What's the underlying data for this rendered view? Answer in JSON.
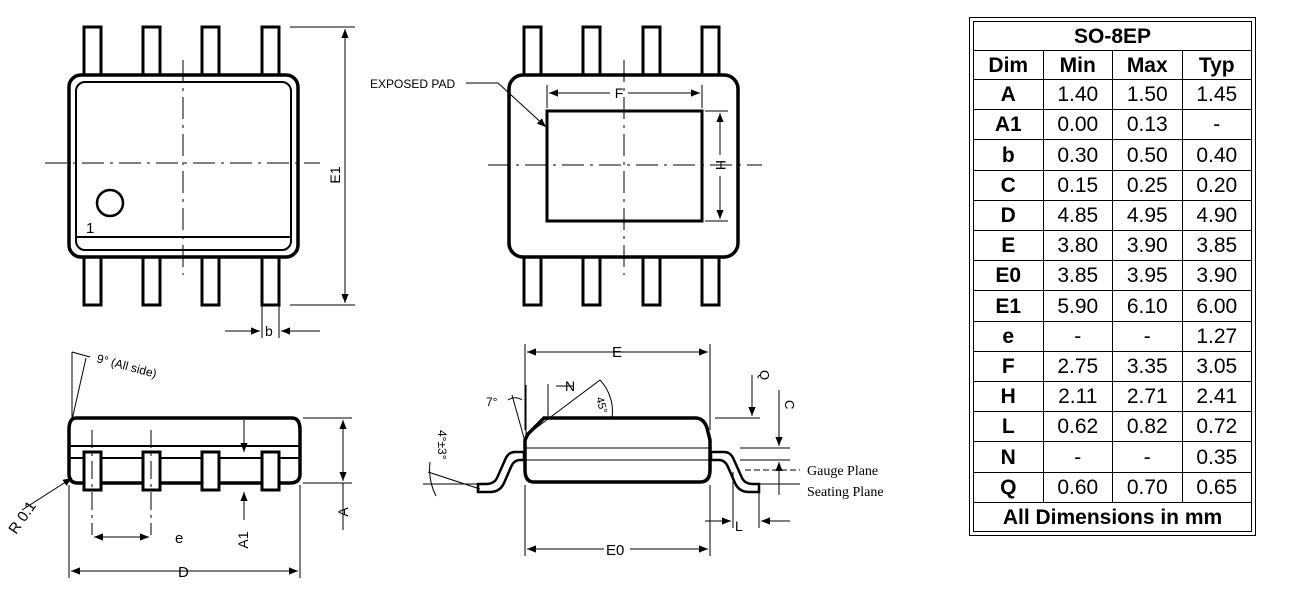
{
  "labels": {
    "exposed_pad": "EXPOSED PAD",
    "pin1": "1",
    "F": "F",
    "H": "H",
    "E1": "E1",
    "b": "b",
    "angle9": "9° (All side)",
    "R01": "R 0.1",
    "e": "e",
    "A1": "A1",
    "A": "A",
    "D": "D",
    "E": "E",
    "N": "N",
    "angle45": "45°",
    "angle7": "7°",
    "angle4": "4°±3°",
    "Q": "Q",
    "C": "C",
    "gauge_plane": "Gauge Plane",
    "seating_plane": "Seating Plane",
    "L": "L",
    "E0": "E0"
  },
  "table": {
    "title": "SO-8EP",
    "headers": [
      "Dim",
      "Min",
      "Max",
      "Typ"
    ],
    "rows": [
      [
        "A",
        "1.40",
        "1.50",
        "1.45"
      ],
      [
        "A1",
        "0.00",
        "0.13",
        "-"
      ],
      [
        "b",
        "0.30",
        "0.50",
        "0.40"
      ],
      [
        "C",
        "0.15",
        "0.25",
        "0.20"
      ],
      [
        "D",
        "4.85",
        "4.95",
        "4.90"
      ],
      [
        "E",
        "3.80",
        "3.90",
        "3.85"
      ],
      [
        "E0",
        "3.85",
        "3.95",
        "3.90"
      ],
      [
        "E1",
        "5.90",
        "6.10",
        "6.00"
      ],
      [
        "e",
        "-",
        "-",
        "1.27"
      ],
      [
        "F",
        "2.75",
        "3.35",
        "3.05"
      ],
      [
        "H",
        "2.11",
        "2.71",
        "2.41"
      ],
      [
        "L",
        "0.62",
        "0.82",
        "0.72"
      ],
      [
        "N",
        "-",
        "-",
        "0.35"
      ],
      [
        "Q",
        "0.60",
        "0.70",
        "0.65"
      ]
    ],
    "footer": "All Dimensions in mm"
  }
}
